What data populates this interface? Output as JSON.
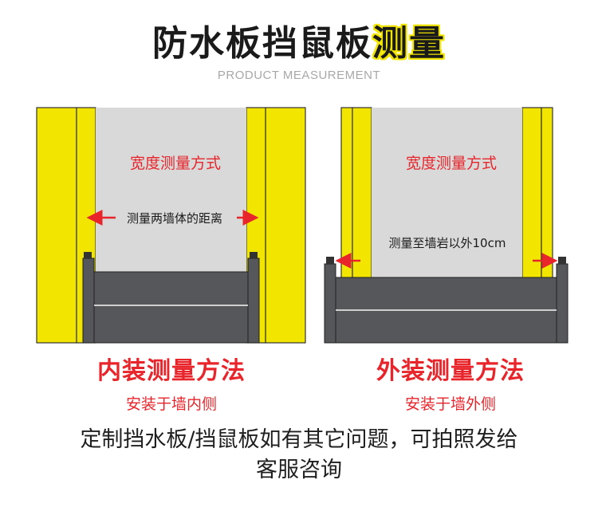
{
  "header": {
    "title_main": "防水板挡鼠板",
    "title_highlight": "测量",
    "subtitle": "PRODUCT MEASUREMENT"
  },
  "left_panel": {
    "width_label": "宽度测量方式",
    "measure_label": "测量两墙体的距离",
    "method_title": "内装测量方法",
    "method_sub": "安装于墙内侧"
  },
  "right_panel": {
    "width_label": "宽度测量方式",
    "measure_label": "测量至墙岩以外10cm",
    "method_title": "外装测量方法",
    "method_sub": "安装于墙外侧"
  },
  "footer": {
    "note_line1": "定制挡水板/挡鼠板如有其它问题，可拍照发给",
    "note_line2": "客服咨询"
  },
  "colors": {
    "wall_yellow": "#f2e600",
    "board_gray": "#55575a",
    "panel_bg": "#d9d9d9",
    "accent_red": "#e8252b"
  }
}
